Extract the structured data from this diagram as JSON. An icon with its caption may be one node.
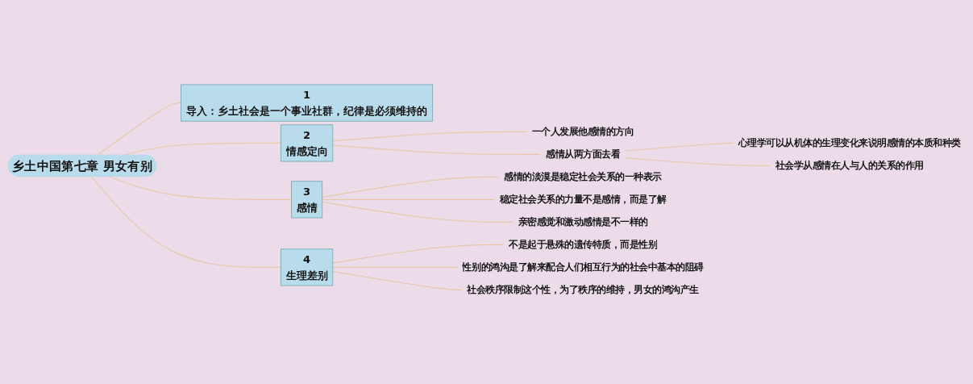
{
  "diagram": {
    "nodes": [
      {
        "text": [
          "乡土中国第七章 男女有别"
        ]
      },
      {
        "text": [
          "1",
          "导入：乡土社会是一个事业社群，纪律是必须维持的"
        ]
      },
      {
        "text": [
          "2",
          "情感定向"
        ]
      },
      {
        "text": [
          "一个人发展他感情的方向"
        ]
      },
      {
        "text": [
          "感情从两方面去看"
        ]
      },
      {
        "text": [
          "心理学可以从机体的生理变化来说明感情的本质和种类"
        ]
      },
      {
        "text": [
          "社会学从感情在人与人的关系的作用"
        ]
      },
      {
        "text": [
          "3",
          "感情"
        ]
      },
      {
        "text": [
          "感情的淡漠是稳定社会关系的一种表示"
        ]
      },
      {
        "text": [
          "稳定社会关系的力量不是感情，而是了解"
        ]
      },
      {
        "text": [
          "亲密感觉和激动感情是不一样的"
        ]
      },
      {
        "text": [
          "4",
          "生理差别"
        ]
      },
      {
        "text": [
          "不是起于悬殊的遗传特质，而是性别"
        ]
      },
      {
        "text": [
          "性别的鸿沟是了解来配合人们相互行为的社会中基本的阻碍"
        ]
      },
      {
        "text": [
          "社会秩序限制这个性，为了秩序的维持，男女的鸿沟产生"
        ]
      }
    ],
    "edges": [
      {
        "from": 0,
        "to": 1,
        "arrow": "none"
      },
      {
        "from": 0,
        "to": 2,
        "arrow": "none"
      },
      {
        "from": 2,
        "to": 3,
        "arrow": "none"
      },
      {
        "from": 2,
        "to": 4,
        "arrow": "none"
      },
      {
        "from": 4,
        "to": 5,
        "arrow": "none"
      },
      {
        "from": 4,
        "to": 6,
        "arrow": "none"
      },
      {
        "from": 0,
        "to": 7,
        "arrow": "none"
      },
      {
        "from": 7,
        "to": 8,
        "arrow": "none"
      },
      {
        "from": 7,
        "to": 9,
        "arrow": "none"
      },
      {
        "from": 7,
        "to": 10,
        "arrow": "none"
      },
      {
        "from": 0,
        "to": 11,
        "arrow": "none"
      },
      {
        "from": 11,
        "to": 12,
        "arrow": "none"
      },
      {
        "from": 11,
        "to": 13,
        "arrow": "none"
      },
      {
        "from": 11,
        "to": 14,
        "arrow": "none"
      }
    ]
  }
}
